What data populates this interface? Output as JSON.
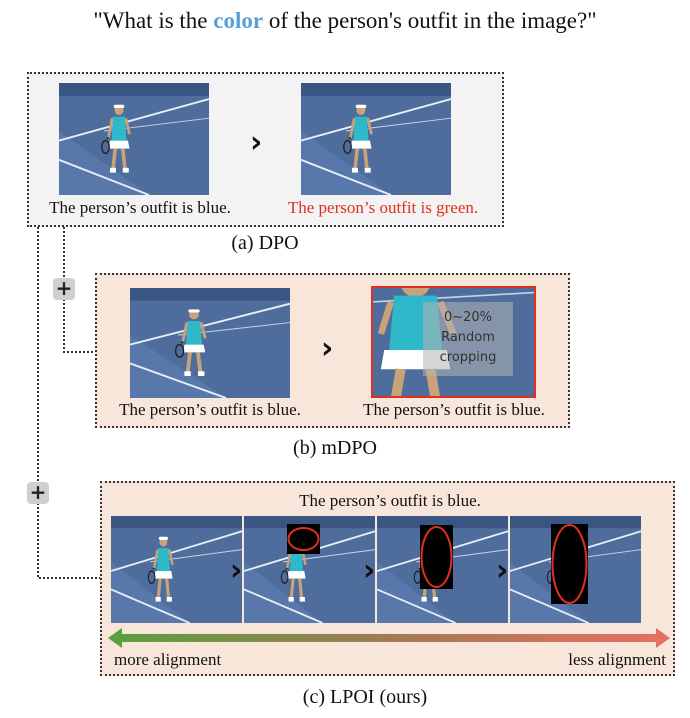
{
  "title": {
    "prefix": "\"What is the ",
    "keyword": "color",
    "suffix": " of the person's outfit in the image?\""
  },
  "panel_a": {
    "caption": "(a) DPO",
    "chosen_text": "The person’s outfit is blue.",
    "rejected_text": "The person’s outfit is green."
  },
  "panel_b": {
    "caption": "(b) mDPO",
    "chosen_text": "The person’s outfit is blue.",
    "rejected_text": "The person’s outfit is blue.",
    "crop_lines": [
      "0~20%",
      "Random",
      "cropping"
    ]
  },
  "panel_c": {
    "caption": "(c) LPOI (ours)",
    "text": "The person’s outfit is blue.",
    "left_label": "more alignment",
    "right_label": "less alignment"
  },
  "symbols": {
    "greater": "›",
    "plus": "+"
  },
  "colors": {
    "keyword": "#5aa0d8",
    "rejected_text": "#e03020",
    "arrow_start": "#5aa040",
    "arrow_end": "#e87060",
    "panel_a_bg": "#f3f3f3",
    "panel_bc_bg": "#f8e6da"
  }
}
